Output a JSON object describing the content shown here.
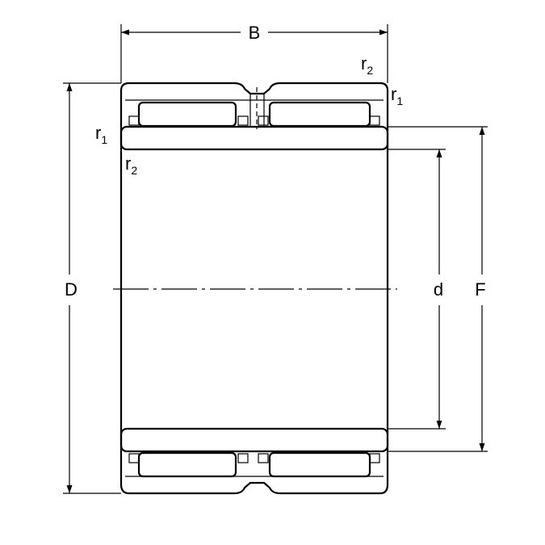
{
  "diagram": {
    "labels": {
      "width": "B",
      "outer_diameter": "D",
      "bore_diameter": "d",
      "raceway_diameter": "F",
      "radius_symbol": "r",
      "radius_1_index": "1",
      "radius_2_index": "2"
    }
  }
}
